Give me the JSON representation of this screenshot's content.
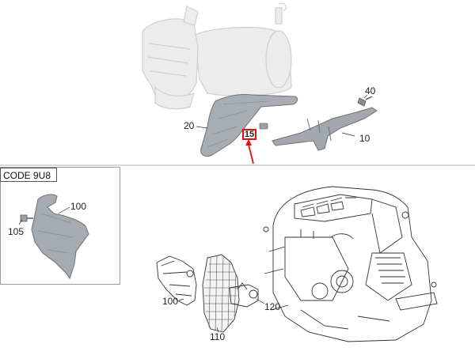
{
  "diagram": {
    "callouts": {
      "part_20": "20",
      "part_15": "15",
      "part_40": "40",
      "part_10": "10",
      "part_100_inset": "100",
      "part_105": "105",
      "part_100_main": "100",
      "part_110": "110",
      "part_120": "120"
    },
    "variant_code_label": "CODE 9U8",
    "colors": {
      "highlight": "#e01010",
      "shaded_part": "#9aa0a8",
      "ghost_part": "#d9d9d9",
      "line_art": "#333333"
    }
  }
}
